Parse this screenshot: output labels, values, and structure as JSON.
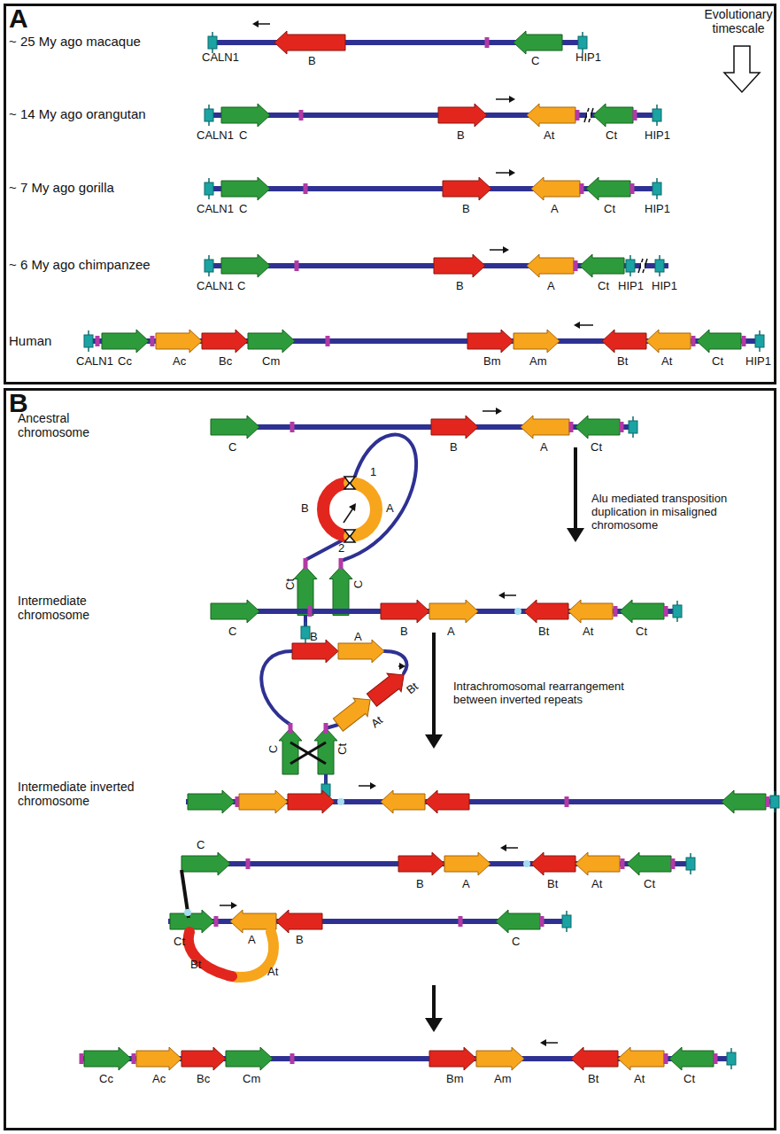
{
  "diagram": {
    "nodes": [
      {
        "text": [
          "A"
        ]
      },
      {
        "text": [
          "B"
        ]
      }
    ],
    "labels": [
      "~ 25 My ago macaque",
      "Evolutionary timescale",
      "CALN1",
      "B",
      "C",
      "HIP1",
      "~ 14 My ago orangutan",
      "CALN1",
      "C",
      "B",
      "At",
      "Ct",
      "HIP1",
      "~ 7 My ago gorilla",
      "CALN1",
      "C",
      "B",
      "A",
      "Ct",
      "HIP1",
      "~ 6 My ago chimpanzee",
      "CALN1",
      "C",
      "B",
      "A",
      "Ct",
      "HIP1",
      "HIP1",
      "Human",
      "CALN1",
      "Cc",
      "Ac",
      "Bc",
      "Cm",
      "Bm",
      "Am",
      "Bt",
      "At",
      "Ct",
      "HIP1",
      "Ancestral chromosome",
      "C",
      "B",
      "A",
      "Ct",
      "B",
      "A",
      "1",
      "2",
      "Ct",
      "C",
      "Alu mediated transposition duplication in misaligned chromosome",
      "Intermediate chromosome",
      "C",
      "B",
      "A",
      "Bt",
      "At",
      "Ct",
      "B",
      "A",
      "Bt",
      "At",
      "C",
      "Ct",
      "Intrachromosomal rearrangement between inverted repeats",
      "Intermediate inverted chromosome",
      "C",
      "B",
      "A",
      "Bt",
      "At",
      "Ct",
      "Ct",
      "Bt",
      "At",
      "A",
      "B",
      "C",
      "Cc",
      "Ac",
      "Bc",
      "Cm",
      "Bm",
      "Am",
      "Bt",
      "At",
      "Ct"
    ]
  }
}
